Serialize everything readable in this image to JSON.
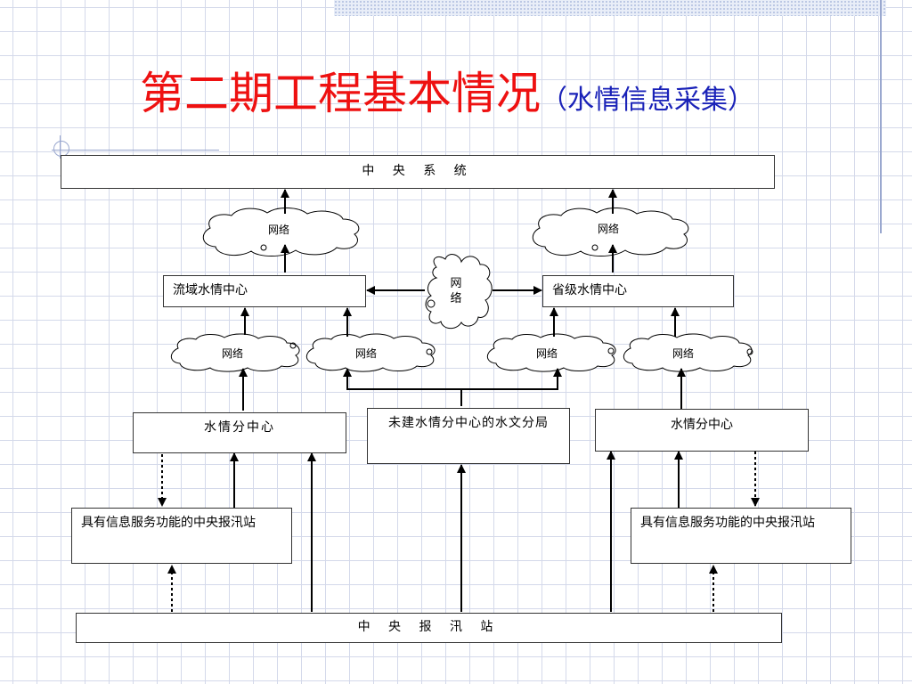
{
  "title": {
    "main": "第二期工程基本情况",
    "sub": "（水情信息采集）"
  },
  "nodes": {
    "central_system": "中 央 系 统",
    "basin_center": "流域水情中心",
    "province_center": "省级水情中心",
    "sub_center_left": "水情分中心",
    "hydro_bureau": "未建水情分中心的水文分局",
    "sub_center_right": "水情分中心",
    "report_station_left": "具有信息服务功能的中央报汛站",
    "report_station_right": "具有信息服务功能的中央报汛站",
    "central_report_station": "中 央 报 汛 站"
  },
  "clouds": {
    "upper_left": "网络",
    "upper_right": "网络",
    "middle": "网络",
    "lower_1": "网络",
    "lower_2": "网络",
    "lower_3": "网络",
    "lower_4": "网络"
  },
  "colors": {
    "title_main": "#ee1111",
    "title_sub": "#1a22b8",
    "grid": "#d4d9ea"
  }
}
